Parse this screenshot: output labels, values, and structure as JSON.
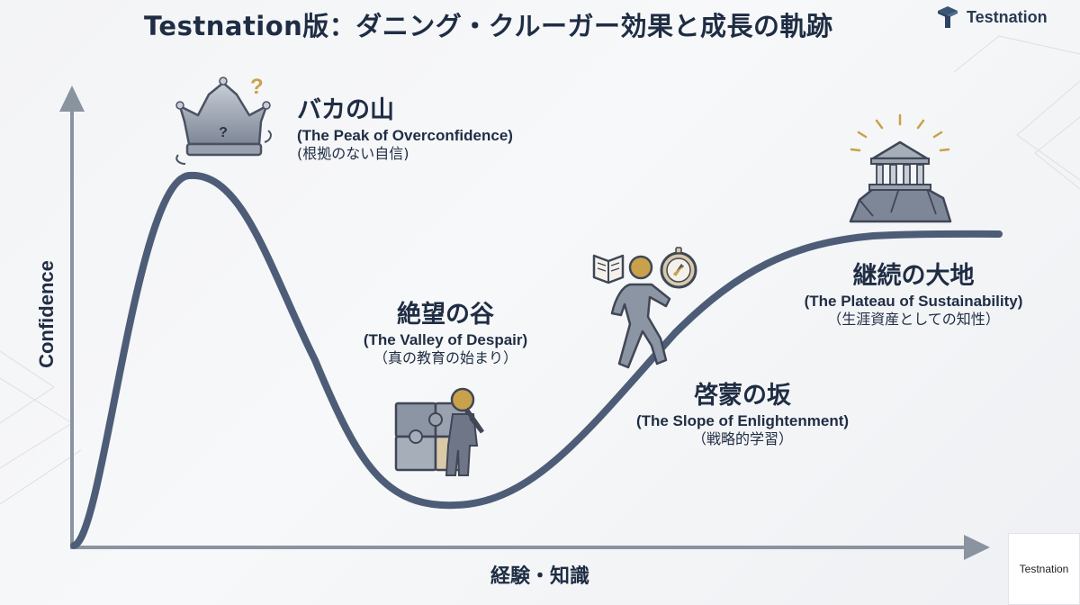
{
  "title": "Testnation版：ダニング・クルーガー効果と成長の軌跡",
  "brand": {
    "name": "Testnation",
    "icon": "testnation-logo-icon"
  },
  "axes": {
    "y_label": "Confidence",
    "x_label": "経験・知識"
  },
  "stages": [
    {
      "id": "peak",
      "jp": "バカの山",
      "en": "(The Peak of Overconfidence)",
      "sub": "(根拠のない自信)",
      "icon": "crown-question-icon"
    },
    {
      "id": "valley",
      "jp": "絶望の谷",
      "en": "(The Valley of Despair)",
      "sub": "（真の教育の始まり）",
      "icon": "puzzle-person-icon"
    },
    {
      "id": "slope",
      "jp": "啓蒙の坂",
      "en": "(The Slope of Enlightenment)",
      "sub": "（戦略的学習）",
      "icon": "climbing-person-book-compass-icon"
    },
    {
      "id": "plateau",
      "jp": "継続の大地",
      "en": "(The Plateau of Sustainability)",
      "sub": "（生涯資産としての知性）",
      "icon": "temple-on-rock-icon"
    }
  ],
  "corner_badge": "Testnation",
  "colors": {
    "curve": "#4e5d77",
    "axis": "#8a93a0",
    "text": "#1f2d44",
    "accent": "#c9a14a"
  }
}
